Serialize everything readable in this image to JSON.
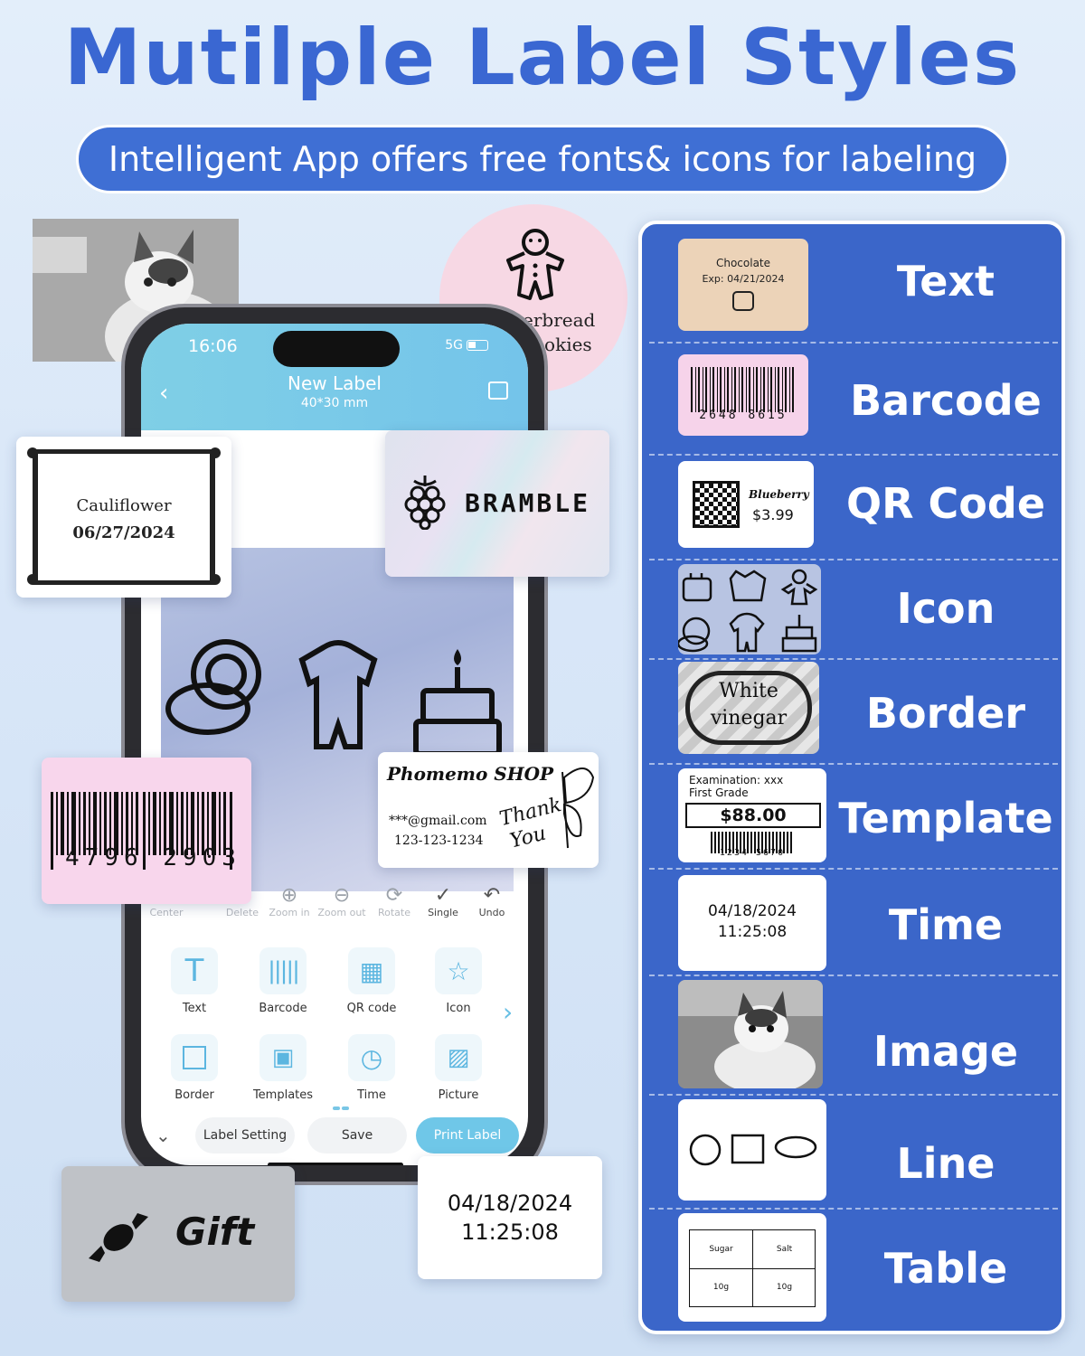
{
  "headline": "Mutilple Label Styles",
  "subtitle": "Intelligent App offers free fonts& icons for labeling",
  "phone": {
    "status_time": "16:06",
    "status_network": "5G",
    "header_title": "New Label",
    "header_size": "40*30 mm",
    "toolbar": [
      "Center",
      "Delete",
      "Zoom in",
      "Zoom out",
      "Rotate",
      "Single",
      "Undo"
    ],
    "grid": [
      {
        "label": "Text",
        "icon": "text-icon"
      },
      {
        "label": "Barcode",
        "icon": "barcode-icon"
      },
      {
        "label": "QR code",
        "icon": "qr-icon"
      },
      {
        "label": "Icon",
        "icon": "star-icon"
      },
      {
        "label": "Border",
        "icon": "border-icon"
      },
      {
        "label": "Templates",
        "icon": "template-icon"
      },
      {
        "label": "Time",
        "icon": "clock-icon"
      },
      {
        "label": "Picture",
        "icon": "picture-icon"
      }
    ],
    "label_setting": "Label Setting",
    "save": "Save",
    "print_label": "Print Label"
  },
  "floating": {
    "gingerbread_1": "erbread",
    "gingerbread_2": "ookies",
    "cauliflower_name": "Cauliflower",
    "cauliflower_date": "06/27/2024",
    "bramble": "BRAMBLE",
    "barcode_number": "4796 2903",
    "phomemo_shop": "Phomemo SHOP",
    "phomemo_email": "***@gmail.com",
    "phomemo_phone": "123-123-1234",
    "phomemo_thanks_1": "Thank",
    "phomemo_thanks_2": "You",
    "gift": "Gift",
    "time_date": "04/18/2024",
    "time_clock": "11:25:08"
  },
  "panel": {
    "rows": [
      "Text",
      "Barcode",
      "QR Code",
      "Icon",
      "Border",
      "Template",
      "Time",
      "Image",
      "Line",
      "Table"
    ],
    "text_thumb_1": "Chocolate",
    "text_thumb_2": "Exp: 04/21/2024",
    "barcode_thumb": "2648 8615",
    "qr_thumb_name": "Blueberry",
    "qr_thumb_price": "$3.99",
    "border_thumb_1": "White",
    "border_thumb_2": "vinegar",
    "template_thumb_1": "Examination: xxx",
    "template_thumb_2": "First Grade",
    "template_thumb_price": "$88.00",
    "template_thumb_code": "1234 5670",
    "time_thumb_date": "04/18/2024",
    "time_thumb_clock": "11:25:08",
    "table_h1": "Sugar",
    "table_h2": "Salt",
    "table_v1": "10g",
    "table_v2": "10g"
  },
  "colors": {
    "brand_blue": "#3b66c9",
    "headline_blue": "#3a67d2",
    "app_cyan": "#74c4ea"
  }
}
